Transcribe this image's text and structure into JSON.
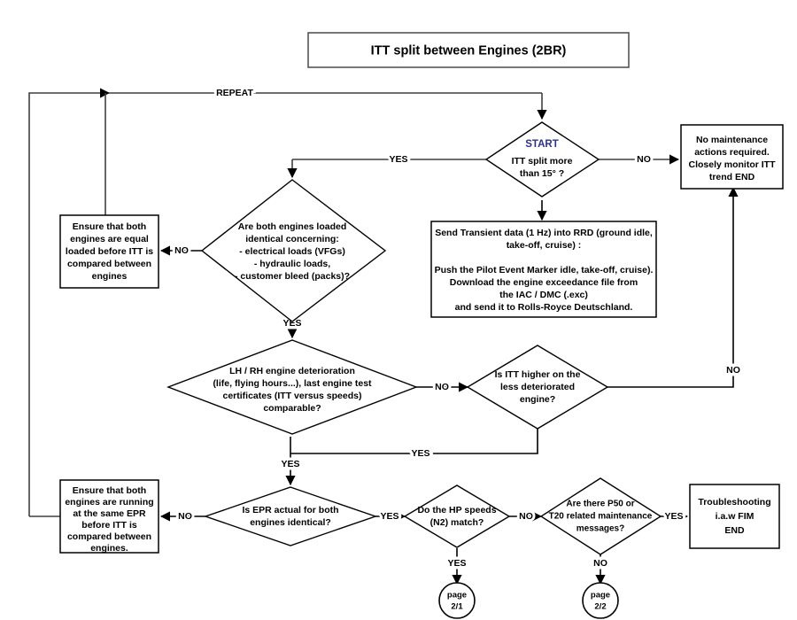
{
  "title": {
    "text": "ITT split between Engines (2BR)"
  },
  "nodes": {
    "start_decision": {
      "start_label": "START",
      "lines": [
        "ITT split more",
        "than 15° ?"
      ]
    },
    "no_maintenance": {
      "lines": [
        "No maintenance",
        "actions required.",
        "Closely monitor ITT",
        "trend END"
      ]
    },
    "send_transient": {
      "lines": [
        "Send Transient data (1 Hz) into RRD (ground idle,",
        "take-off, cruise) :",
        "",
        "Push the Pilot Event Marker idle, take-off, cruise).",
        "Download the engine exceedance file from",
        "the IAC / DMC (.exc)",
        "and send it to Rolls-Royce Deutschland."
      ]
    },
    "loads_decision": {
      "lines": [
        "Are both engines loaded",
        "identical concerning:",
        "- electrical loads (VFGs)",
        "- hydraulic loads,",
        "- customer bleed (packs)?"
      ]
    },
    "ensure_equal_loaded": {
      "lines": [
        "Ensure that both",
        "engines are equal",
        "loaded before ITT is",
        "compared between",
        "engines"
      ]
    },
    "deterioration_decision": {
      "lines": [
        "LH / RH engine deterioration",
        "(life, flying hours...), last engine test",
        "certificates (ITT versus speeds)",
        "comparable?"
      ]
    },
    "itt_higher_decision": {
      "lines": [
        "Is ITT higher on the",
        "less deteriorated",
        "engine?"
      ]
    },
    "epr_decision": {
      "lines": [
        "Is EPR actual for both",
        "engines identical?"
      ]
    },
    "ensure_same_epr": {
      "lines": [
        "Ensure that both",
        "engines are running",
        "at the same EPR",
        "before ITT is",
        "compared between",
        "engines."
      ]
    },
    "hp_speeds_decision": {
      "lines": [
        "Do the HP speeds",
        "(N2) match?"
      ]
    },
    "p50_t20_decision": {
      "lines": [
        "Are there P50 or",
        "T20 related maintenance",
        "messages?"
      ]
    },
    "troubleshooting": {
      "lines": [
        "Troubleshooting",
        "i.a.w FIM",
        "END"
      ]
    },
    "page_connector_1": {
      "lines": [
        "page",
        "2/1"
      ]
    },
    "page_connector_2": {
      "lines": [
        "page",
        "2/2"
      ]
    }
  },
  "edge_labels": {
    "repeat": "REPEAT",
    "start_yes": "YES",
    "start_no": "NO",
    "loads_no": "NO",
    "loads_yes": "YES",
    "deterioration_no": "NO",
    "deterioration_yes": "YES",
    "itt_higher_yes": "YES",
    "itt_higher_no": "NO",
    "epr_no": "NO",
    "epr_yes": "YES",
    "hp_no": "NO",
    "hp_yes": "YES",
    "p50_yes": "YES",
    "p50_no": "NO"
  },
  "colors": {
    "start_accent": "#2e3192",
    "line": "#3f3f3f",
    "line_dark": "#000000",
    "node_fill": "#ffffff",
    "node_stroke": "#000000"
  }
}
